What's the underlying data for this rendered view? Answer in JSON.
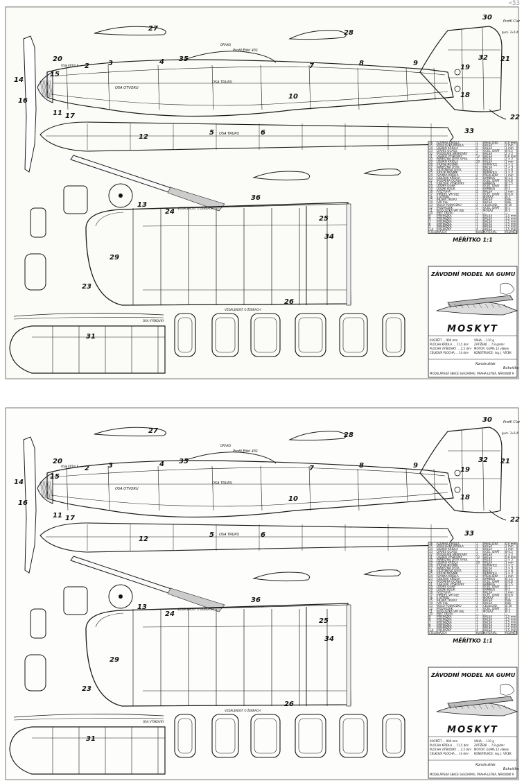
{
  "corner_mark": "<53",
  "plan": {
    "profile_top": "Profil Clark Y",
    "profile_wing": "Profil Eifel 431",
    "tail_size": "gum. 3×1/4",
    "motor_label": "DŘÍVKO",
    "axis_label": "OSA TRUPU",
    "axis_label_2": "OSA TRUPU",
    "propeller_label": "OSA OTVORU",
    "nose_label": "OSA VRTULE",
    "wing_note_top": "VZDÁLENOST O ZEBRACH",
    "wing_note_bottom": "VZDÁLENOST O ŽEBRACH",
    "stab_label": "OSA VÝŠKOVKY",
    "scale": "MĚŘÍTKO 1:1",
    "model_type": "ZÁVODNÍ MODEL NA GUMU",
    "model_name": "MOSKYT",
    "spec_lines": [
      "ROZPĚTÍ ... 900 mm",
      "PLOCHA KŘÍDLA ... 11,5 dm²",
      "PLOCHA VÝŠKOVKY ... 2,5 dm²",
      "CELKOVÁ PLOCHA ... 14 dm²"
    ],
    "spec_right": [
      "VÁHA ... 110 g",
      "ZATÍŽENÍ ... 7,9 g/dm²",
      "MOTOR: GUMA 12 vláken",
      "KONSTRUKCE: ing. J. VÍČEK"
    ],
    "footer": "MODELÁŘSKÁ SEKCE SVAZARMU, PRAHA-LETNÁ, NÁRODNÍ 9",
    "designer_label": "Konstruktér",
    "designer": "Bukvička",
    "numbers": [
      "2",
      "3",
      "4",
      "5",
      "6",
      "7",
      "8",
      "9",
      "10",
      "11",
      "12",
      "13",
      "14",
      "15",
      "16",
      "17",
      "18",
      "19",
      "20",
      "21",
      "22",
      "23",
      "24",
      "25",
      "26",
      "27",
      "28",
      "29",
      "30",
      "31",
      "32",
      "33",
      "34",
      "35",
      "36"
    ],
    "parts_table": [
      [
        "36",
        "VZPĚRA KŘÍDLA",
        "1",
        "PŘEKLIŽKA",
        "0,8 mm"
      ],
      [
        "35",
        "PODLOŽKA KŘÍDLA",
        "1",
        "BALSA",
        "2 mm"
      ],
      [
        "34",
        "ZEBRO KŘÍDLA",
        "2",
        "BALSA",
        "1 mm"
      ],
      [
        "33",
        "ZÁVĚS OCASU",
        "1",
        "OCEL. DRÁT",
        "Ø 0,5"
      ],
      [
        "32",
        "PODÉLNÍK SMĚROVKY",
        "2",
        "BALSA",
        "2 × 2"
      ],
      [
        "31",
        "ZEBRO VÝŠKOVKY",
        "12",
        "BALSA",
        "0,8 mm"
      ],
      [
        "30",
        "NÁBĚŽNÁ LIŠTA VÝŠK.",
        "1",
        "BALSA",
        "2 × 2"
      ],
      [
        "29",
        "ZEBRO KŘÍDLA",
        "20",
        "BALSA",
        "1 mm"
      ],
      [
        "28",
        "HORNÍ NOSNÍK",
        "1",
        "BORAVICE",
        "3 × 2"
      ],
      [
        "27",
        "NÁBĚŽNÁ LIŠTA",
        "1",
        "BALSA",
        "3 × 3"
      ],
      [
        "26",
        "ODTOKOVÁ LIŠTA",
        "1",
        "BALSA",
        "2 × 6"
      ],
      [
        "25",
        "DOLNÍ NOSNÍK",
        "1",
        "BORAVICE",
        "3 × 2"
      ],
      [
        "24",
        "SPOJKA KŘÍDLA",
        "2",
        "PŘEKLIŽKA",
        "1 mm"
      ],
      [
        "23",
        "OBLOUK KŘÍDLA",
        "2",
        "BAMBUS",
        "Ø 1,5"
      ],
      [
        "22",
        "PODPĚRA OCASU",
        "1",
        "OCEL. DRÁT",
        "Ø 0,8"
      ],
      [
        "21",
        "OBLOUK VÝŠKOVKY",
        "1",
        "BAMBUS",
        "Ø 1,5"
      ],
      [
        "20",
        "ZÁVĚS GUMY",
        "1",
        "OCEL. DRÁT",
        "Ø 1"
      ],
      [
        "19",
        "ZADNÍ KOLÍK",
        "1",
        "BAMBUS",
        "Ø 2"
      ],
      [
        "18",
        "VÝZTUHA",
        "2",
        "BALSA",
        "3 mm"
      ],
      [
        "17",
        "HŘÍDEL VRTULE",
        "1",
        "OCEL. DRÁT",
        "Ø 0,8"
      ],
      [
        "16",
        "LOŽISKO",
        "1",
        "MOSAZ",
        "Ø 2"
      ],
      [
        "15",
        "HLAVA TRUPU",
        "1",
        "BALSA",
        "blok"
      ],
      [
        "14",
        "VRTULE",
        "1",
        "BALSA",
        "blok"
      ],
      [
        "13",
        "KOLO PODVOZKU",
        "2",
        "CELULOID",
        "Ø 30"
      ],
      [
        "12",
        "PODVOZEK",
        "1",
        "OCEL. DRÁT",
        "Ø 1"
      ],
      [
        "11",
        "PODLOŽKA VRTULE",
        "1",
        "MOSAZ",
        "Ø 3"
      ],
      [
        "10",
        "ŘEZ TRUPU",
        "—",
        "—",
        "—"
      ],
      [
        "9",
        "PŘEPÁŽKA",
        "1",
        "BALSA",
        "1,5 mm"
      ],
      [
        "8",
        "PŘEPÁŽKA",
        "1",
        "BALSA",
        "1,5 mm"
      ],
      [
        "7",
        "PŘEPÁŽKA",
        "1",
        "BALSA",
        "1,5 mm"
      ],
      [
        "6",
        "PŘEPÁŽKA",
        "1",
        "BALSA",
        "1,5 mm"
      ],
      [
        "5",
        "PŘEPÁŽKA",
        "1",
        "BALSA",
        "1,5 mm"
      ],
      [
        "1-4",
        "PŘEPÁŽKY",
        "4",
        "BALSA",
        "1,5 mm"
      ]
    ],
    "table_header": [
      "ČÍSLO",
      "NÁZEV",
      "KUSŮ",
      "MATERIÁL",
      "ROZMĚR"
    ]
  }
}
